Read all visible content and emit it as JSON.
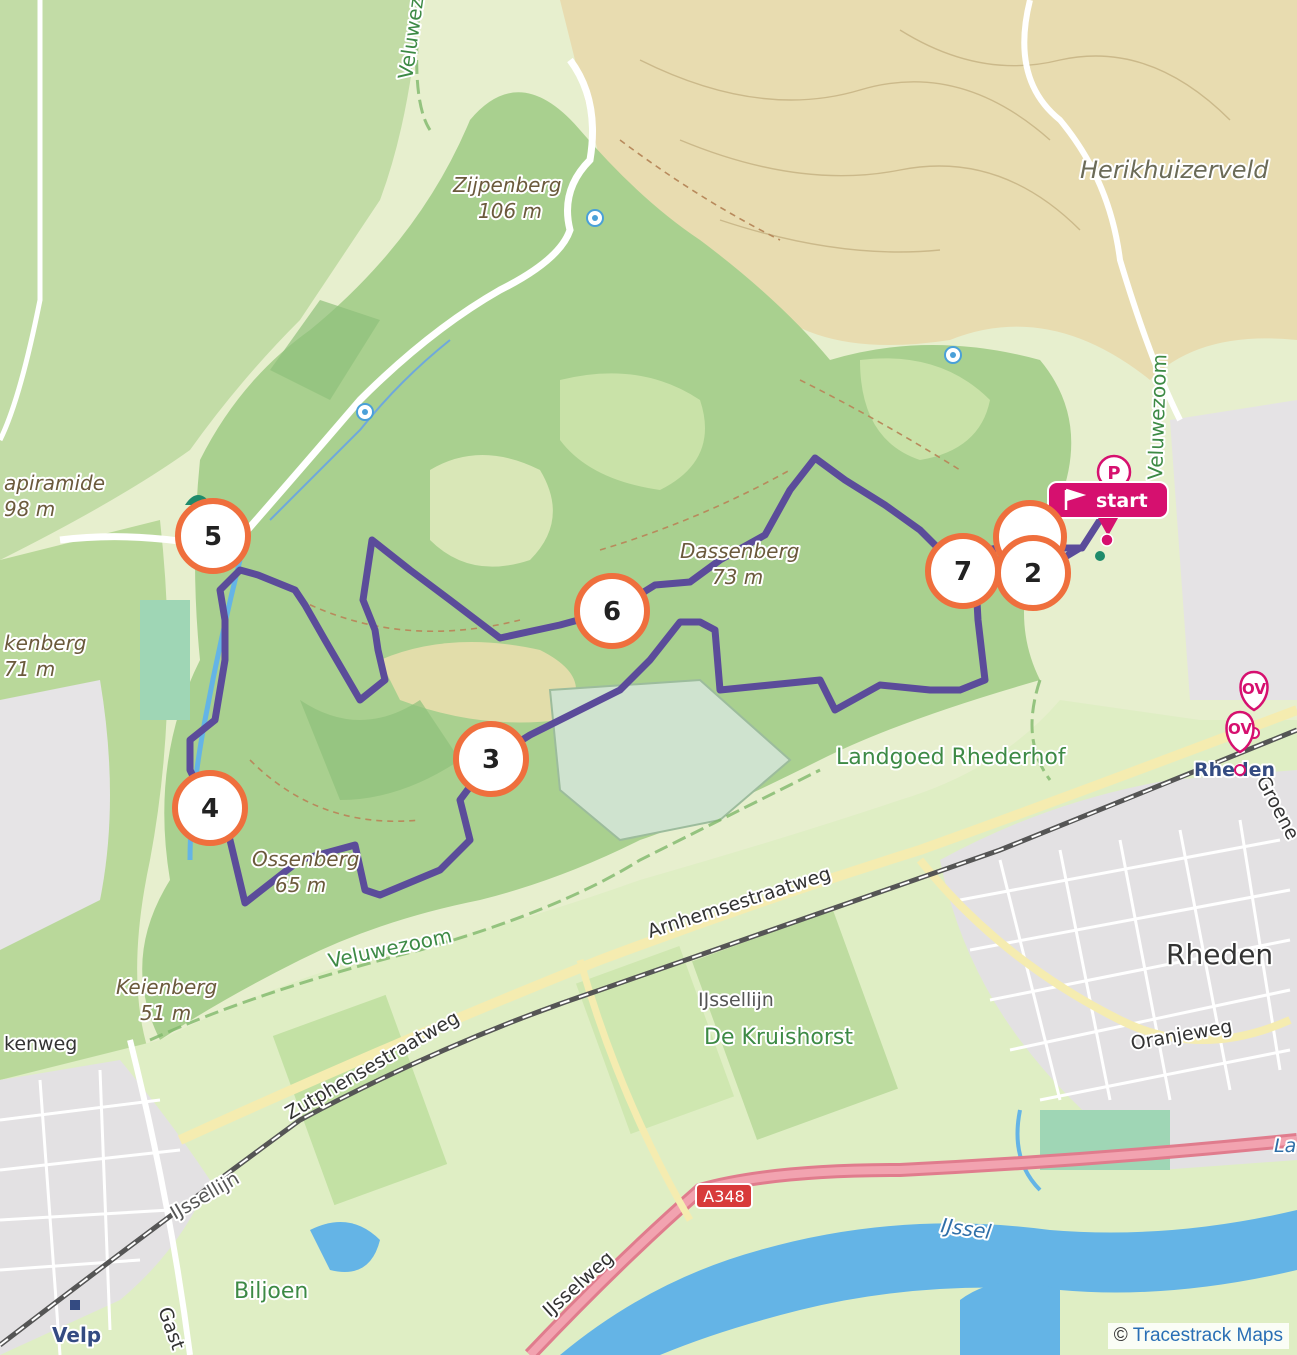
{
  "map": {
    "provider": "Tracestrack Maps",
    "attribution_symbol": "©",
    "labels": {
      "herikhuizerveld": "Herikhuizerveld",
      "zijpenberg_name": "Zijpenberg",
      "zijpenberg_height": "106 m",
      "dassenberg_name": "Dassenberg",
      "dassenberg_height": "73 m",
      "ossenberg_name": "Ossenberg",
      "ossenberg_height": "65 m",
      "keienberg_name": "Keienberg",
      "keienberg_height": "51 m",
      "pyramide_name": "apiramide",
      "pyramide_height": "98 m",
      "kenberg_name": "kenberg",
      "kenberg_height": "71 m",
      "veluwezoom_top": "Veluwezoom",
      "veluwezoom_right": "Veluwezoom",
      "veluwezoom_bottom": "Veluwezoom",
      "landgoed": "Landgoed Rhederhof",
      "arnhemsestraatweg": "Arnhemsestraatweg",
      "zutphensestraatweg": "Zutphensestraatweg",
      "ijssellijn_center": "IJssellijn",
      "ijssellijn_left": "IJssellijn",
      "kruishorst": "De Kruishorst",
      "rheden_town": "Rheden",
      "rheden_station": "Rheden",
      "oranjeweg": "Oranjeweg",
      "groene": "Groene",
      "kenweg": "kenweg",
      "ijsselweg": "IJsselweg",
      "ijssel": "IJssel",
      "biljoen": "Biljoen",
      "velp": "Velp",
      "gast": "Gast",
      "la": "La",
      "a348": "A348"
    },
    "markers": {
      "start": "start",
      "parking": "P",
      "ov1": "OV",
      "ov2": "OV"
    },
    "waypoints": [
      "2",
      "3",
      "4",
      "5",
      "6",
      "7"
    ],
    "colors": {
      "route": "#5b4c9a",
      "waypoint_border": "#ef6f3d",
      "start_marker": "#d6106f",
      "forest": "#a9d08f",
      "water": "#64b4e6"
    }
  }
}
